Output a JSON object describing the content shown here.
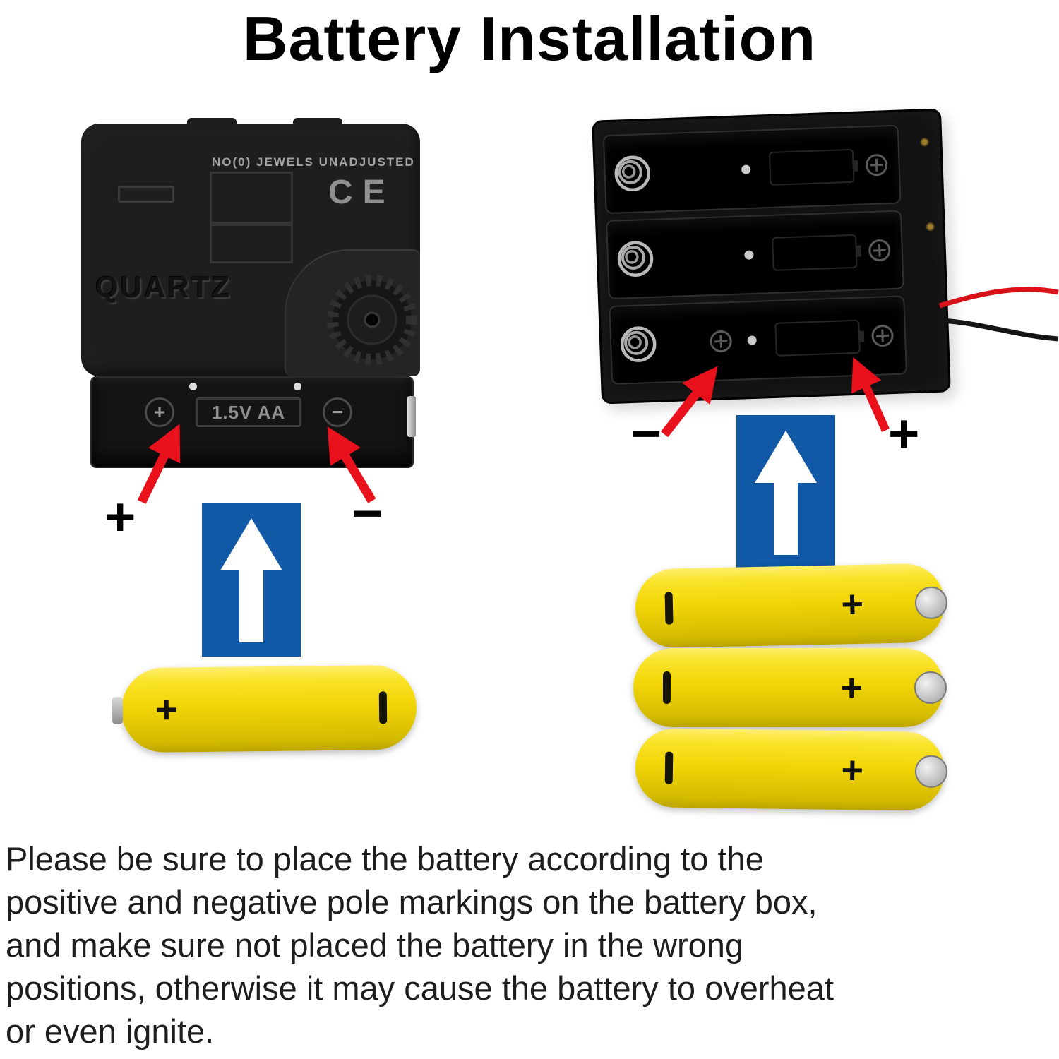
{
  "title": "Battery Installation",
  "movement": {
    "stamp": "NO(0)  JEWELS  UNADJUSTED",
    "brand": "QUARTZ",
    "certification": "CE",
    "battery_size": "1.5V AA",
    "plus": "+",
    "minus": "−"
  },
  "left": {
    "plus_label": "+",
    "minus_label": "−",
    "battery": {
      "plus": "+"
    }
  },
  "right": {
    "minus_label": "−",
    "plus_label": "+",
    "batteries": [
      {
        "plus": "+"
      },
      {
        "plus": "+"
      },
      {
        "plus": "+"
      }
    ]
  },
  "note_lines": [
    "Please be sure to place the battery according to the",
    "positive and negative pole markings on the battery box,",
    "and make sure  not placed the battery in the wrong",
    "positions, otherwise it may cause the battery to overheat",
    "or even ignite."
  ],
  "colors": {
    "battery_yellow": "#F2D608",
    "sign_blue": "#1158A7",
    "arrow_red": "#E8111C",
    "plastic_black": "#1E1E1E"
  },
  "icons": {
    "gear": "gear-icon",
    "spring": "spring-contact-icon",
    "screw": "screw-plus-icon",
    "direction_sign_arrow": "up-arrow-icon",
    "pointer_arrow": "red-pointer-arrow-icon"
  }
}
